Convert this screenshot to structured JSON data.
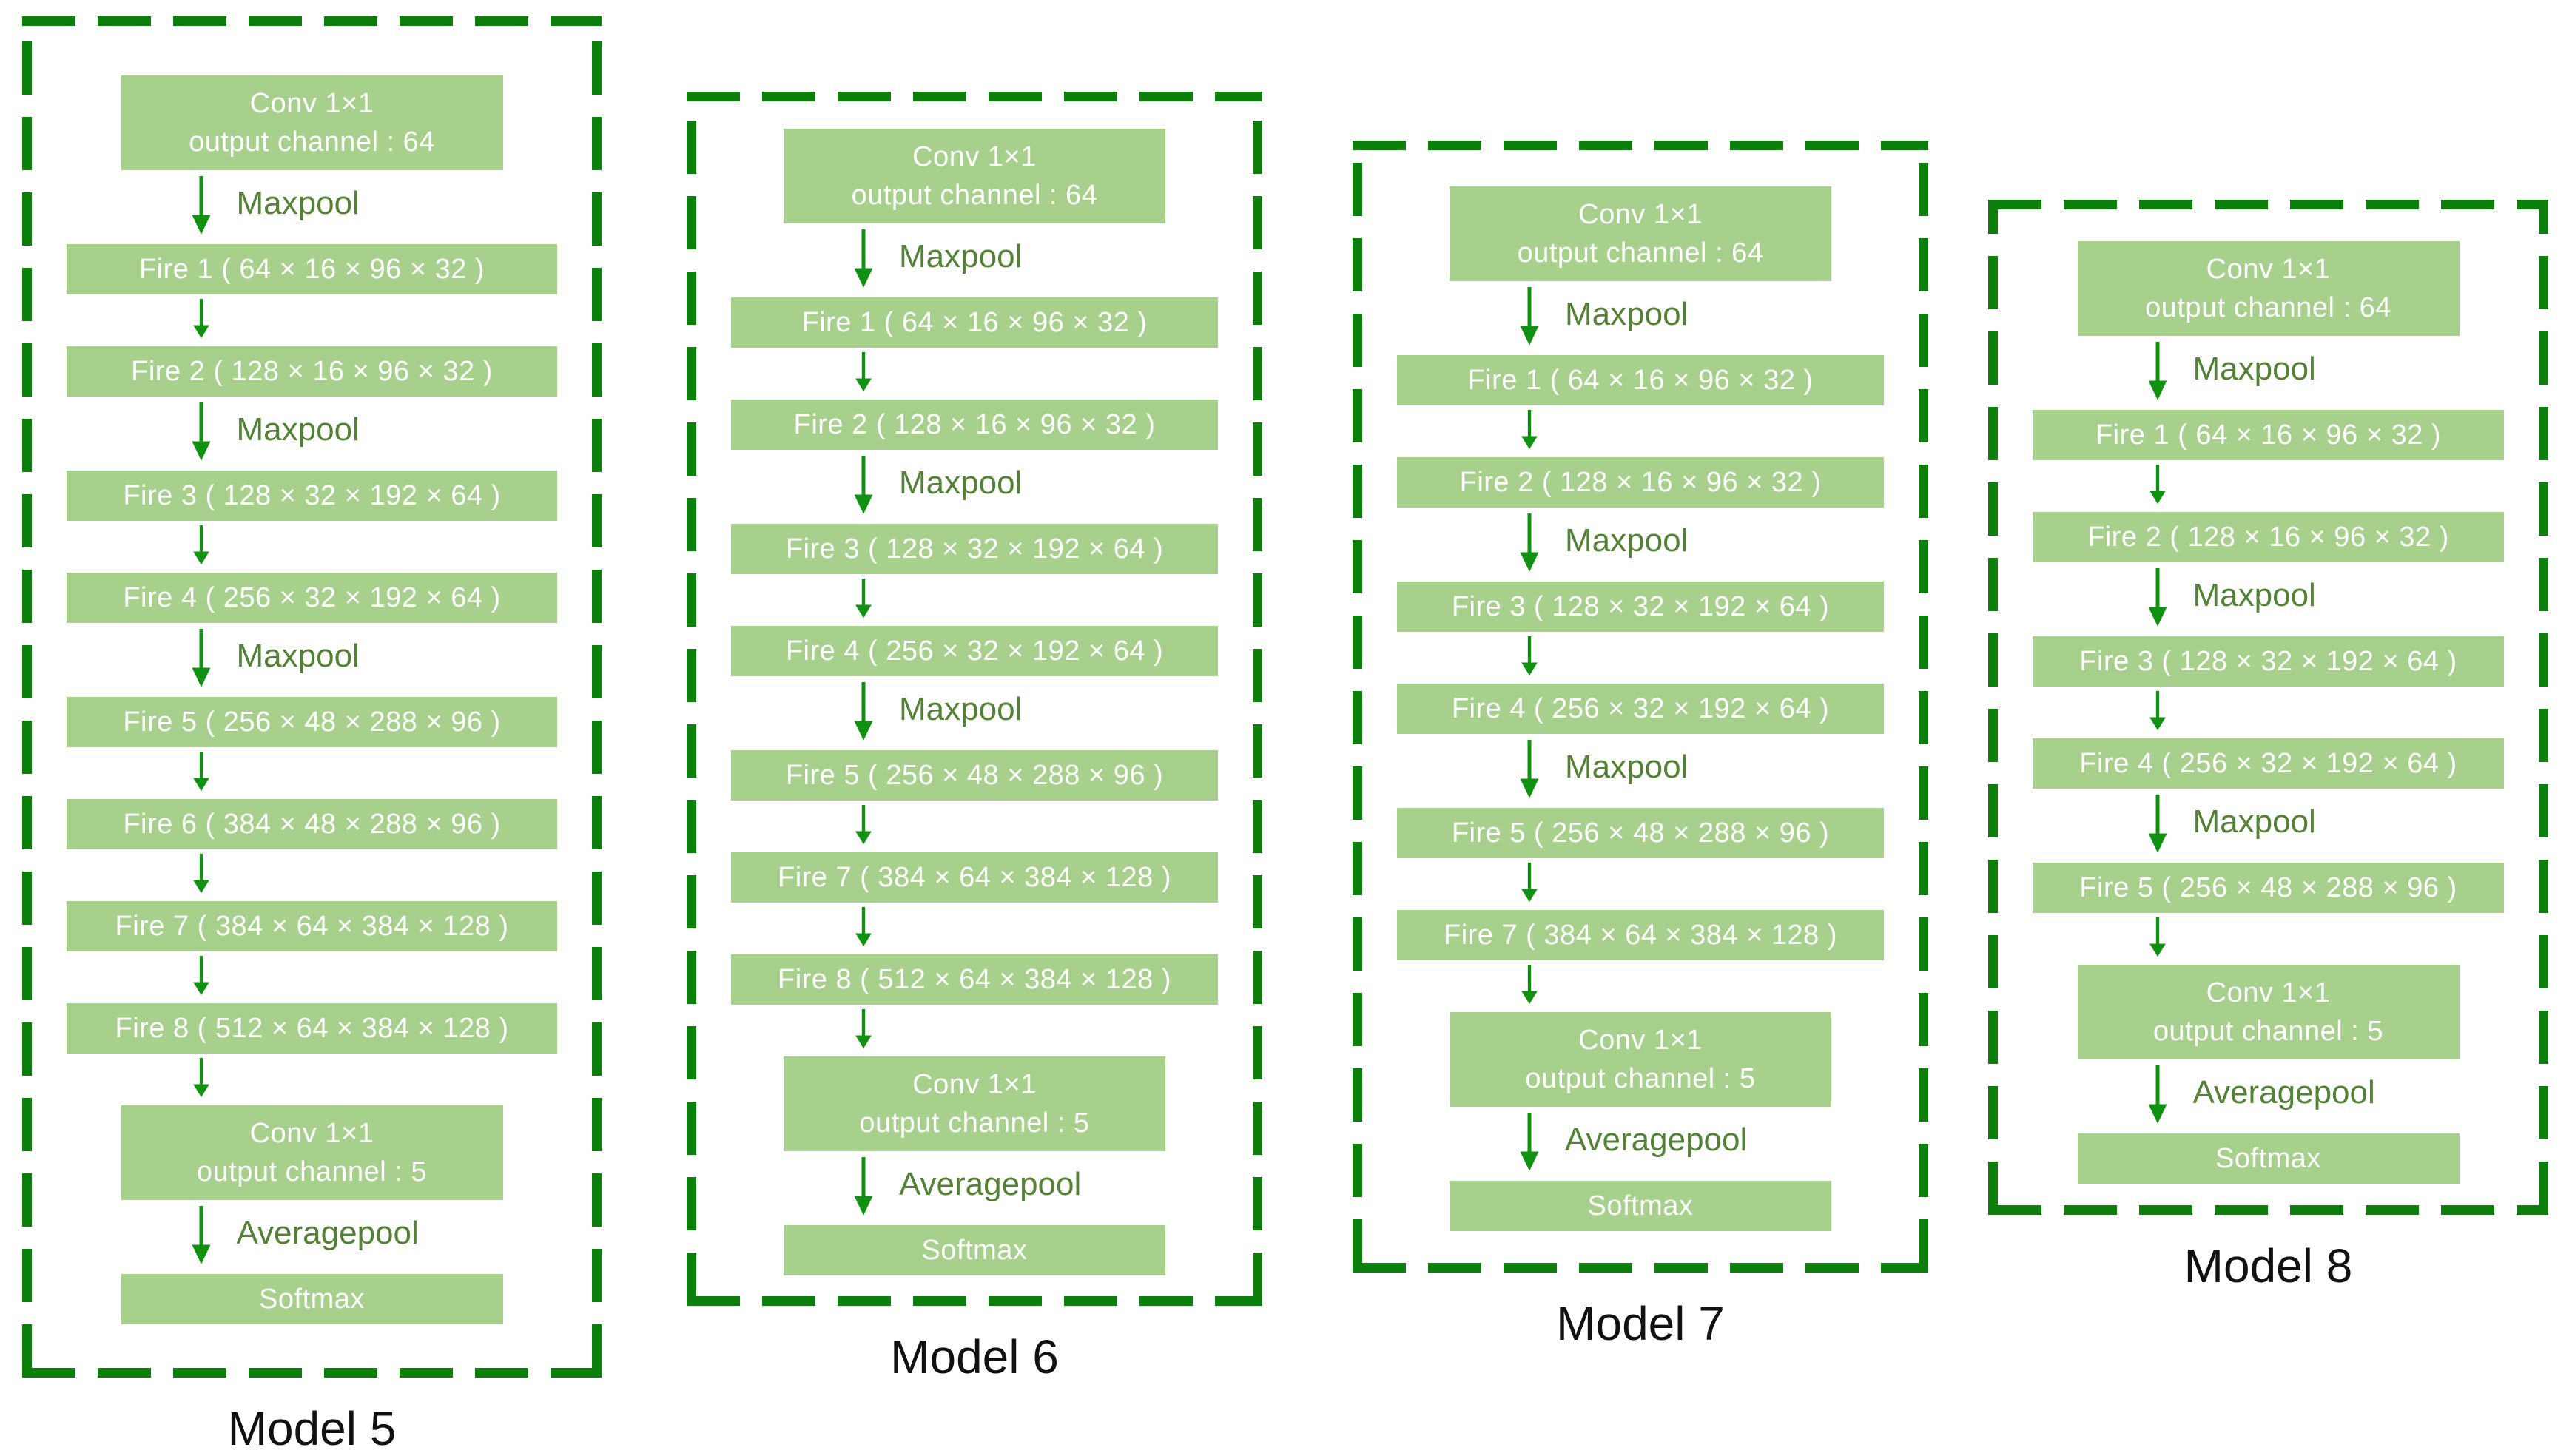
{
  "diagram": {
    "colors": {
      "box_fill": "#a8d08d",
      "box_text": "#ffffff",
      "pool_label": "#538135",
      "arrow": "#119111",
      "dashed_border": "#0d7f0d",
      "caption": "#111111"
    },
    "models": [
      {
        "label": "Model 5",
        "steps": [
          {
            "kind": "conv",
            "line1": "Conv 1×1",
            "line2": "output channel : 64"
          },
          {
            "kind": "arrow",
            "label": "Maxpool"
          },
          {
            "kind": "fire",
            "text": "Fire 1 ( 64 × 16 × 96 × 32 )"
          },
          {
            "kind": "arrow",
            "label": ""
          },
          {
            "kind": "fire",
            "text": "Fire 2 ( 128 × 16 × 96 × 32 )"
          },
          {
            "kind": "arrow",
            "label": "Maxpool"
          },
          {
            "kind": "fire",
            "text": "Fire 3 ( 128 × 32 × 192 × 64 )"
          },
          {
            "kind": "arrow",
            "label": ""
          },
          {
            "kind": "fire",
            "text": "Fire 4 ( 256 × 32 × 192 × 64 )"
          },
          {
            "kind": "arrow",
            "label": "Maxpool"
          },
          {
            "kind": "fire",
            "text": "Fire 5 ( 256 × 48 × 288 × 96 )"
          },
          {
            "kind": "arrow",
            "label": ""
          },
          {
            "kind": "fire",
            "text": "Fire 6 ( 384 × 48 × 288 × 96 )"
          },
          {
            "kind": "arrow",
            "label": ""
          },
          {
            "kind": "fire",
            "text": "Fire 7 ( 384 × 64 × 384 × 128 )"
          },
          {
            "kind": "arrow",
            "label": ""
          },
          {
            "kind": "fire",
            "text": "Fire 8 ( 512 × 64 × 384 × 128 )"
          },
          {
            "kind": "arrow",
            "label": ""
          },
          {
            "kind": "conv",
            "line1": "Conv 1×1",
            "line2": "output channel : 5"
          },
          {
            "kind": "arrow",
            "label": "Averagepool"
          },
          {
            "kind": "softmax",
            "text": "Softmax"
          }
        ]
      },
      {
        "label": "Model 6",
        "steps": [
          {
            "kind": "conv",
            "line1": "Conv 1×1",
            "line2": "output channel : 64"
          },
          {
            "kind": "arrow",
            "label": "Maxpool"
          },
          {
            "kind": "fire",
            "text": "Fire 1 ( 64 × 16 × 96 × 32 )"
          },
          {
            "kind": "arrow",
            "label": ""
          },
          {
            "kind": "fire",
            "text": "Fire 2 ( 128 × 16 × 96 × 32 )"
          },
          {
            "kind": "arrow",
            "label": "Maxpool"
          },
          {
            "kind": "fire",
            "text": "Fire 3 ( 128 × 32 × 192 × 64 )"
          },
          {
            "kind": "arrow",
            "label": ""
          },
          {
            "kind": "fire",
            "text": "Fire 4 ( 256 × 32 × 192 × 64 )"
          },
          {
            "kind": "arrow",
            "label": "Maxpool"
          },
          {
            "kind": "fire",
            "text": "Fire 5 ( 256 × 48 × 288 × 96 )"
          },
          {
            "kind": "arrow",
            "label": ""
          },
          {
            "kind": "fire",
            "text": "Fire 7 ( 384 × 64 × 384 × 128 )"
          },
          {
            "kind": "arrow",
            "label": ""
          },
          {
            "kind": "fire",
            "text": "Fire 8 ( 512 × 64 × 384 × 128 )"
          },
          {
            "kind": "arrow",
            "label": ""
          },
          {
            "kind": "conv",
            "line1": "Conv 1×1",
            "line2": "output channel : 5"
          },
          {
            "kind": "arrow",
            "label": "Averagepool"
          },
          {
            "kind": "softmax",
            "text": "Softmax"
          }
        ]
      },
      {
        "label": "Model 7",
        "steps": [
          {
            "kind": "conv",
            "line1": "Conv 1×1",
            "line2": "output channel : 64"
          },
          {
            "kind": "arrow",
            "label": "Maxpool"
          },
          {
            "kind": "fire",
            "text": "Fire 1 ( 64 × 16 × 96 × 32 )"
          },
          {
            "kind": "arrow",
            "label": ""
          },
          {
            "kind": "fire",
            "text": "Fire 2 ( 128 × 16 × 96 × 32 )"
          },
          {
            "kind": "arrow",
            "label": "Maxpool"
          },
          {
            "kind": "fire",
            "text": "Fire 3 ( 128 × 32 × 192 × 64 )"
          },
          {
            "kind": "arrow",
            "label": ""
          },
          {
            "kind": "fire",
            "text": "Fire 4 ( 256 × 32 × 192 × 64 )"
          },
          {
            "kind": "arrow",
            "label": "Maxpool"
          },
          {
            "kind": "fire",
            "text": "Fire 5 ( 256 × 48 × 288 × 96 )"
          },
          {
            "kind": "arrow",
            "label": ""
          },
          {
            "kind": "fire",
            "text": "Fire 7 ( 384 × 64 × 384 × 128 )"
          },
          {
            "kind": "arrow",
            "label": ""
          },
          {
            "kind": "conv",
            "line1": "Conv 1×1",
            "line2": "output channel : 5"
          },
          {
            "kind": "arrow",
            "label": "Averagepool"
          },
          {
            "kind": "softmax",
            "text": "Softmax"
          }
        ]
      },
      {
        "label": "Model 8",
        "steps": [
          {
            "kind": "conv",
            "line1": "Conv 1×1",
            "line2": "output channel : 64"
          },
          {
            "kind": "arrow",
            "label": "Maxpool"
          },
          {
            "kind": "fire",
            "text": "Fire 1 ( 64 × 16 × 96 × 32 )"
          },
          {
            "kind": "arrow",
            "label": ""
          },
          {
            "kind": "fire",
            "text": "Fire 2 ( 128 × 16 × 96 × 32 )"
          },
          {
            "kind": "arrow",
            "label": "Maxpool"
          },
          {
            "kind": "fire",
            "text": "Fire 3 ( 128 × 32 × 192 × 64 )"
          },
          {
            "kind": "arrow",
            "label": ""
          },
          {
            "kind": "fire",
            "text": "Fire 4 ( 256 × 32 × 192 × 64 )"
          },
          {
            "kind": "arrow",
            "label": "Maxpool"
          },
          {
            "kind": "fire",
            "text": "Fire 5 ( 256 × 48 × 288 × 96 )"
          },
          {
            "kind": "arrow",
            "label": ""
          },
          {
            "kind": "conv",
            "line1": "Conv 1×1",
            "line2": "output channel : 5"
          },
          {
            "kind": "arrow",
            "label": "Averagepool"
          },
          {
            "kind": "softmax",
            "text": "Softmax"
          }
        ]
      }
    ]
  }
}
